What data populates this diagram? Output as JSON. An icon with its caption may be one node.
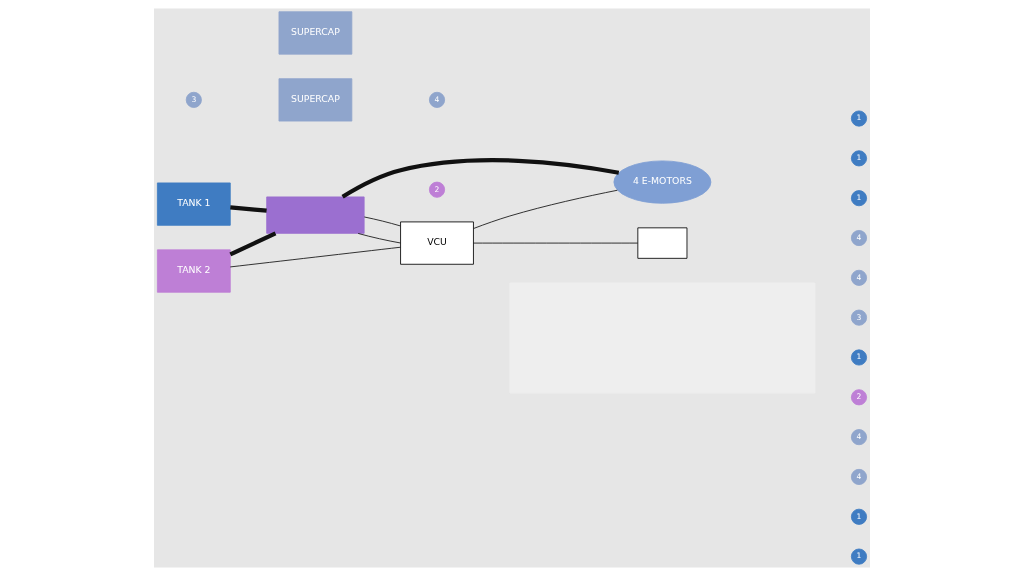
{
  "diagram": {
    "nodes": [
      {
        "text": [
          "TANK 1"
        ]
      },
      {
        "text": [
          "TANK 2"
        ]
      },
      {
        "text": [],
        "shape": "box"
      },
      {
        "text": [
          "SUPERCAP"
        ]
      },
      {
        "text": [
          "SUPERCAP"
        ]
      },
      {
        "text": [
          "4 E-MOTORS"
        ]
      },
      {
        "text": [
          "VCU"
        ]
      },
      {
        "text": [],
        "shape": "box"
      },
      {
        "text": [],
        "shape": "box"
      }
    ],
    "edges": [
      {
        "from": 0,
        "to": 2,
        "arrow": "none",
        "style": "thick"
      },
      {
        "from": 1,
        "to": 2,
        "arrow": "none",
        "style": "thick"
      },
      {
        "from": 2,
        "to": 5,
        "arrow": "none",
        "style": "thick"
      },
      {
        "from": 1,
        "to": 6,
        "arrow": "none"
      },
      {
        "from": 2,
        "to": 6,
        "arrow": "none"
      },
      {
        "from": 2,
        "to": 6,
        "arrow": "none"
      },
      {
        "from": 6,
        "to": 5,
        "arrow": "none"
      },
      {
        "from": 6,
        "to": 7,
        "arrow": "none"
      }
    ],
    "labels": [
      "3",
      "2",
      "4",
      "1",
      "1",
      "1",
      "4",
      "4",
      "3",
      "1",
      "2",
      "4",
      "4",
      "1",
      "1"
    ]
  }
}
